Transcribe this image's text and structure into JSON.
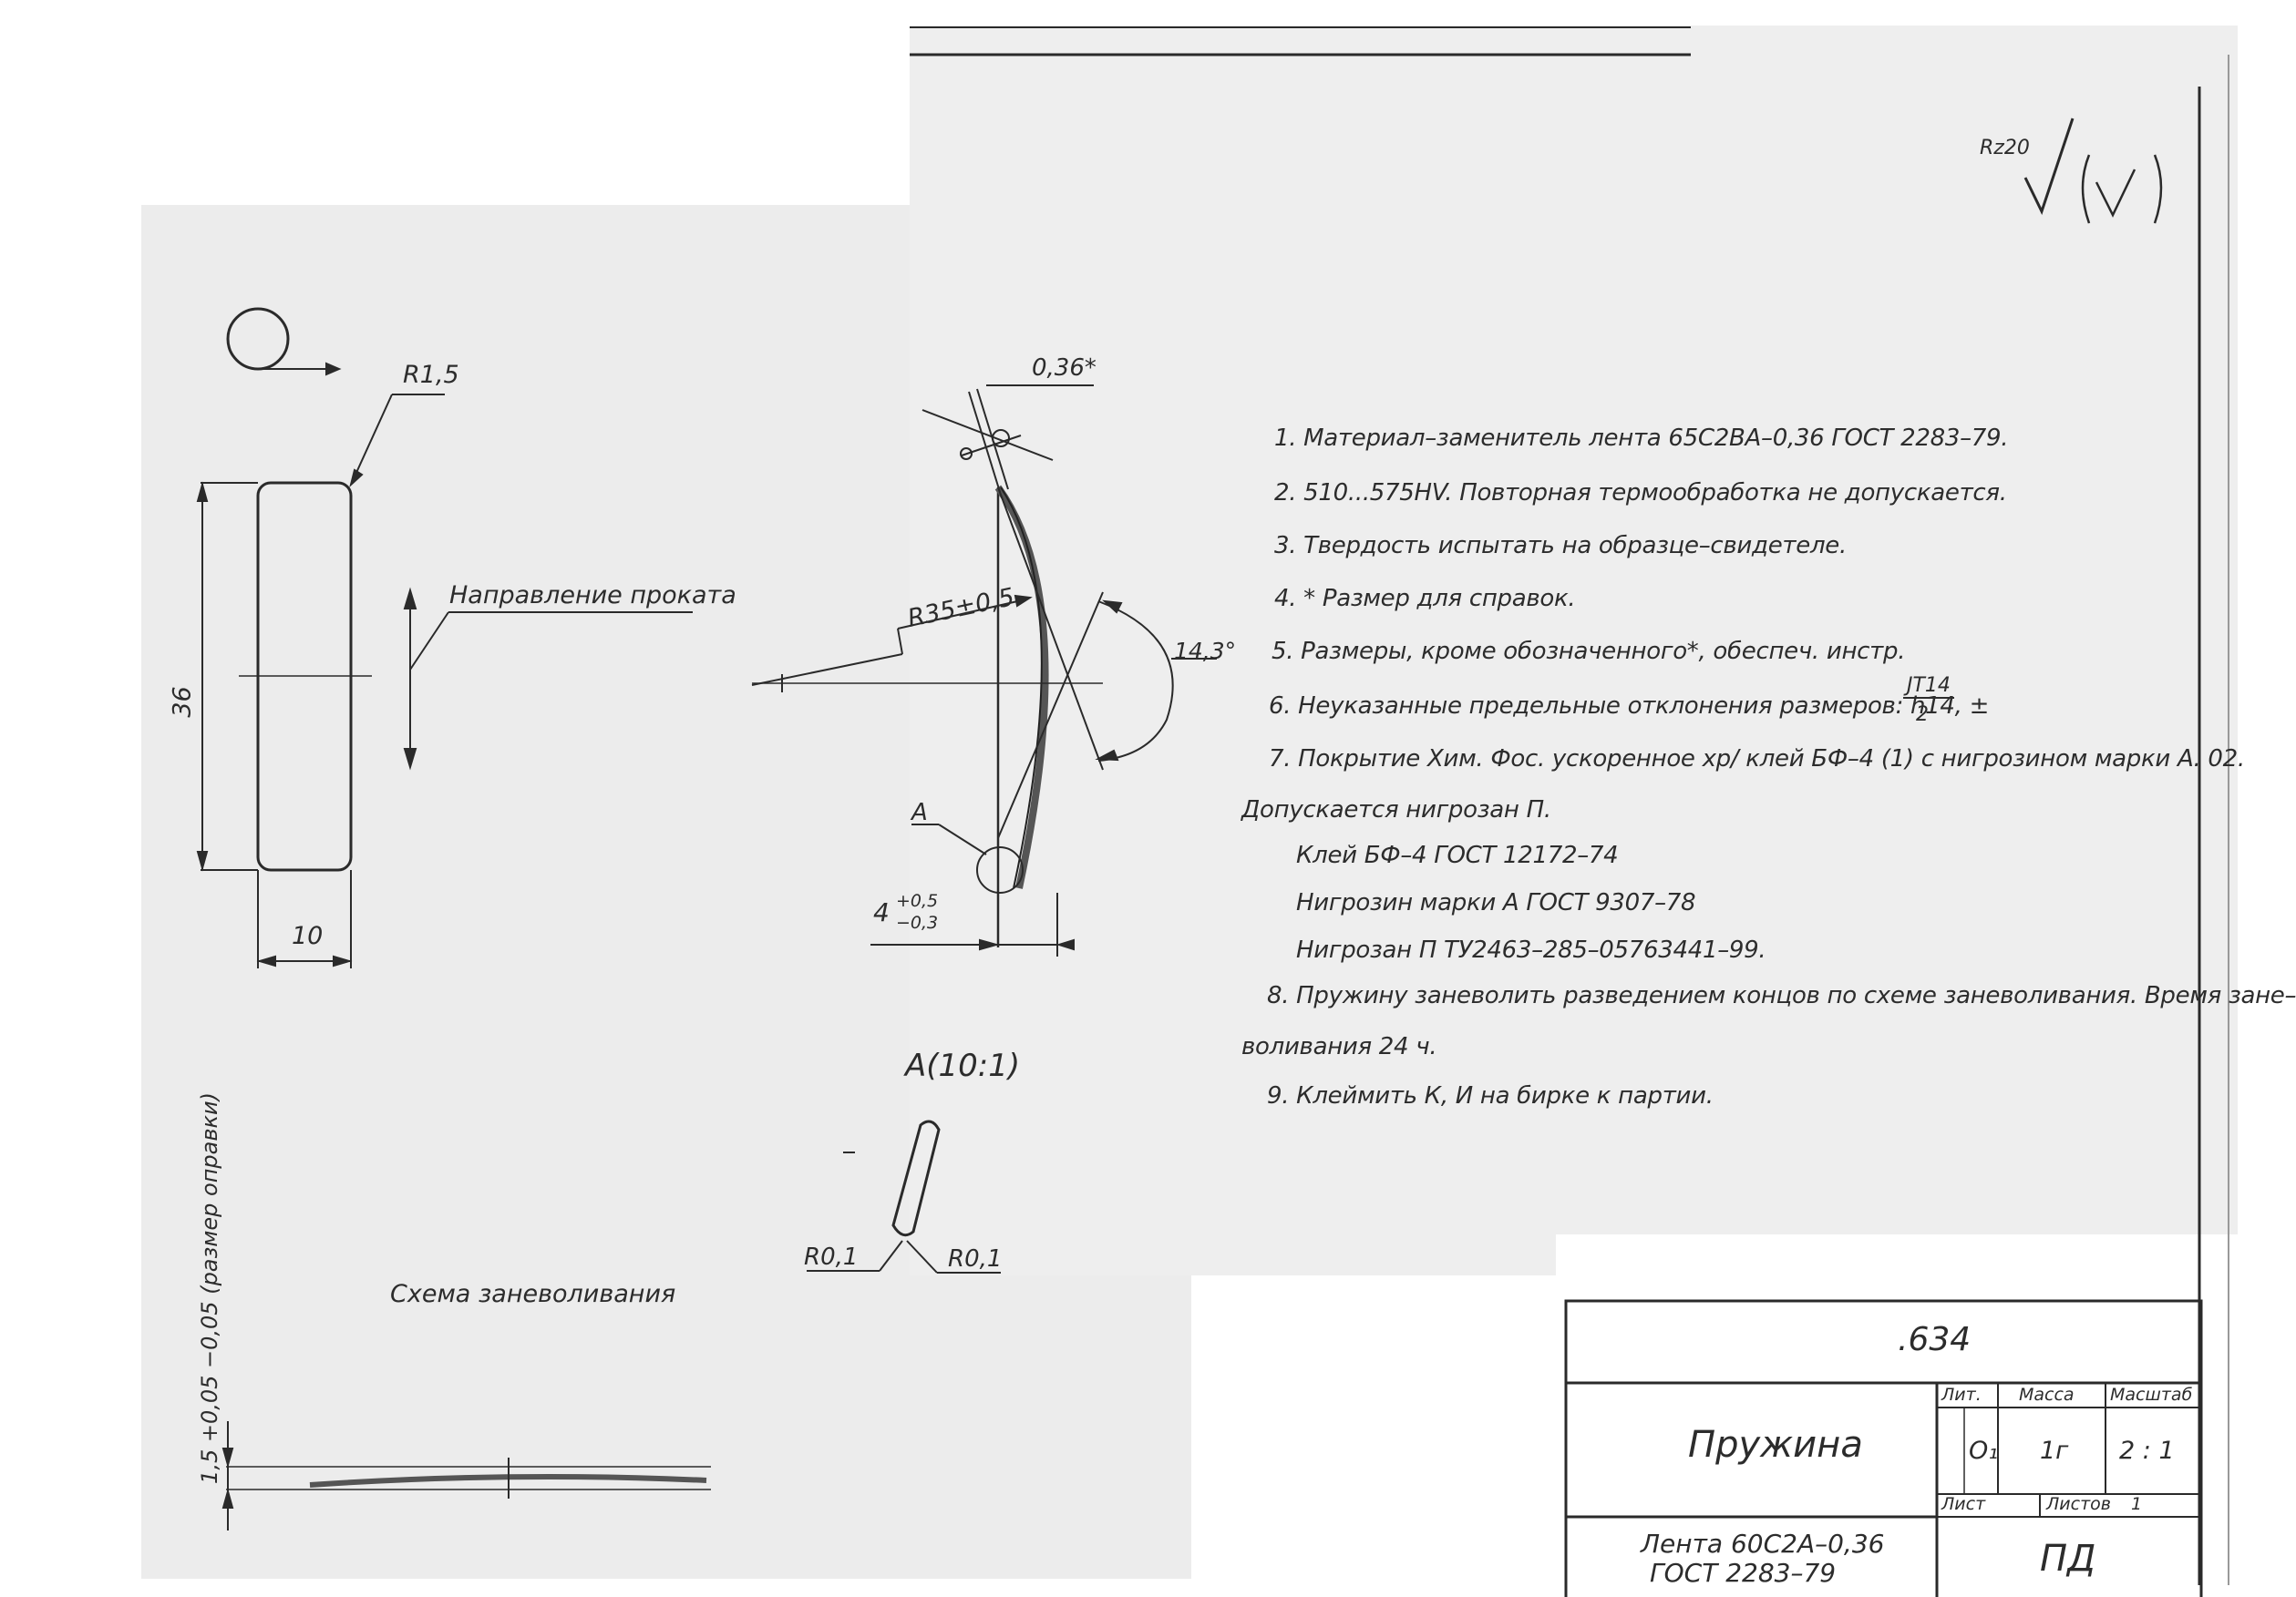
{
  "roughness": {
    "label": "Rz20"
  },
  "main_view": {
    "radius_label": "R1,5",
    "height_label": "36",
    "width_label": "10",
    "rolling_direction_label": "Направление проката"
  },
  "side_view": {
    "thickness_label": "0,36*",
    "radius_label": "R35±0,5",
    "angle_label": "14,3°",
    "detail_ref": "A",
    "offset_base": "4",
    "offset_plus": "+0,5",
    "offset_minus": "−0,3"
  },
  "detail_view": {
    "title": "A(10:1)",
    "left_radius": "R0,1",
    "right_radius": "R0,1"
  },
  "set_scheme": {
    "title": "Схема заневоливания",
    "vertical_dim": "1,5 +0,05 −0,05 (размер оправки)"
  },
  "notes": {
    "n1": "1. Материал–заменитель лента 65С2ВА–0,36 ГОСТ 2283–79.",
    "n2": "2. 510...575HV. Повторная термообработка не допускается.",
    "n3": "3. Твердость испытать на образце–свидетеле.",
    "n4": "4. * Размер для справок.",
    "n5": "5. Размеры, кроме обозначенного*, обеспеч. инстр.",
    "n6": "6. Неуказанные предельные отклонения размеров: h14, ±",
    "n6_num": "JT14",
    "n6_den": "2",
    "n7": "7. Покрытие Хим. Фос. ускоренное хр/ клей БФ–4 (1) с нигрозином марки А. 02.",
    "n7b": "Допускается нигрозан П.",
    "n7c": "Клей БФ–4 ГОСТ 12172–74",
    "n7d": "Нигрозин марки А ГОСТ 9307–78",
    "n7e": "Нигрозан П ТУ2463–285–05763441–99.",
    "n8": "8. Пружину заневолить разведением концов по схеме заневоливания. Время зане–",
    "n8b": "воливания 24 ч.",
    "n9": "9. Клеймить К, И на бирке к партии."
  },
  "title_block": {
    "designation": ".634",
    "name": "Пружина",
    "lit_header": "Лит.",
    "mass_header": "Масса",
    "scale_header": "Масштаб",
    "lit_value": "О₁",
    "mass_value": "1г",
    "scale_value": "2 : 1",
    "sheet_label": "Лист",
    "sheets_label": "Листов",
    "sheets_value": "1",
    "material_line1": "Лента 60С2А–0,36",
    "material_line2": "ГОСТ 2283–79",
    "org": "ПД"
  }
}
